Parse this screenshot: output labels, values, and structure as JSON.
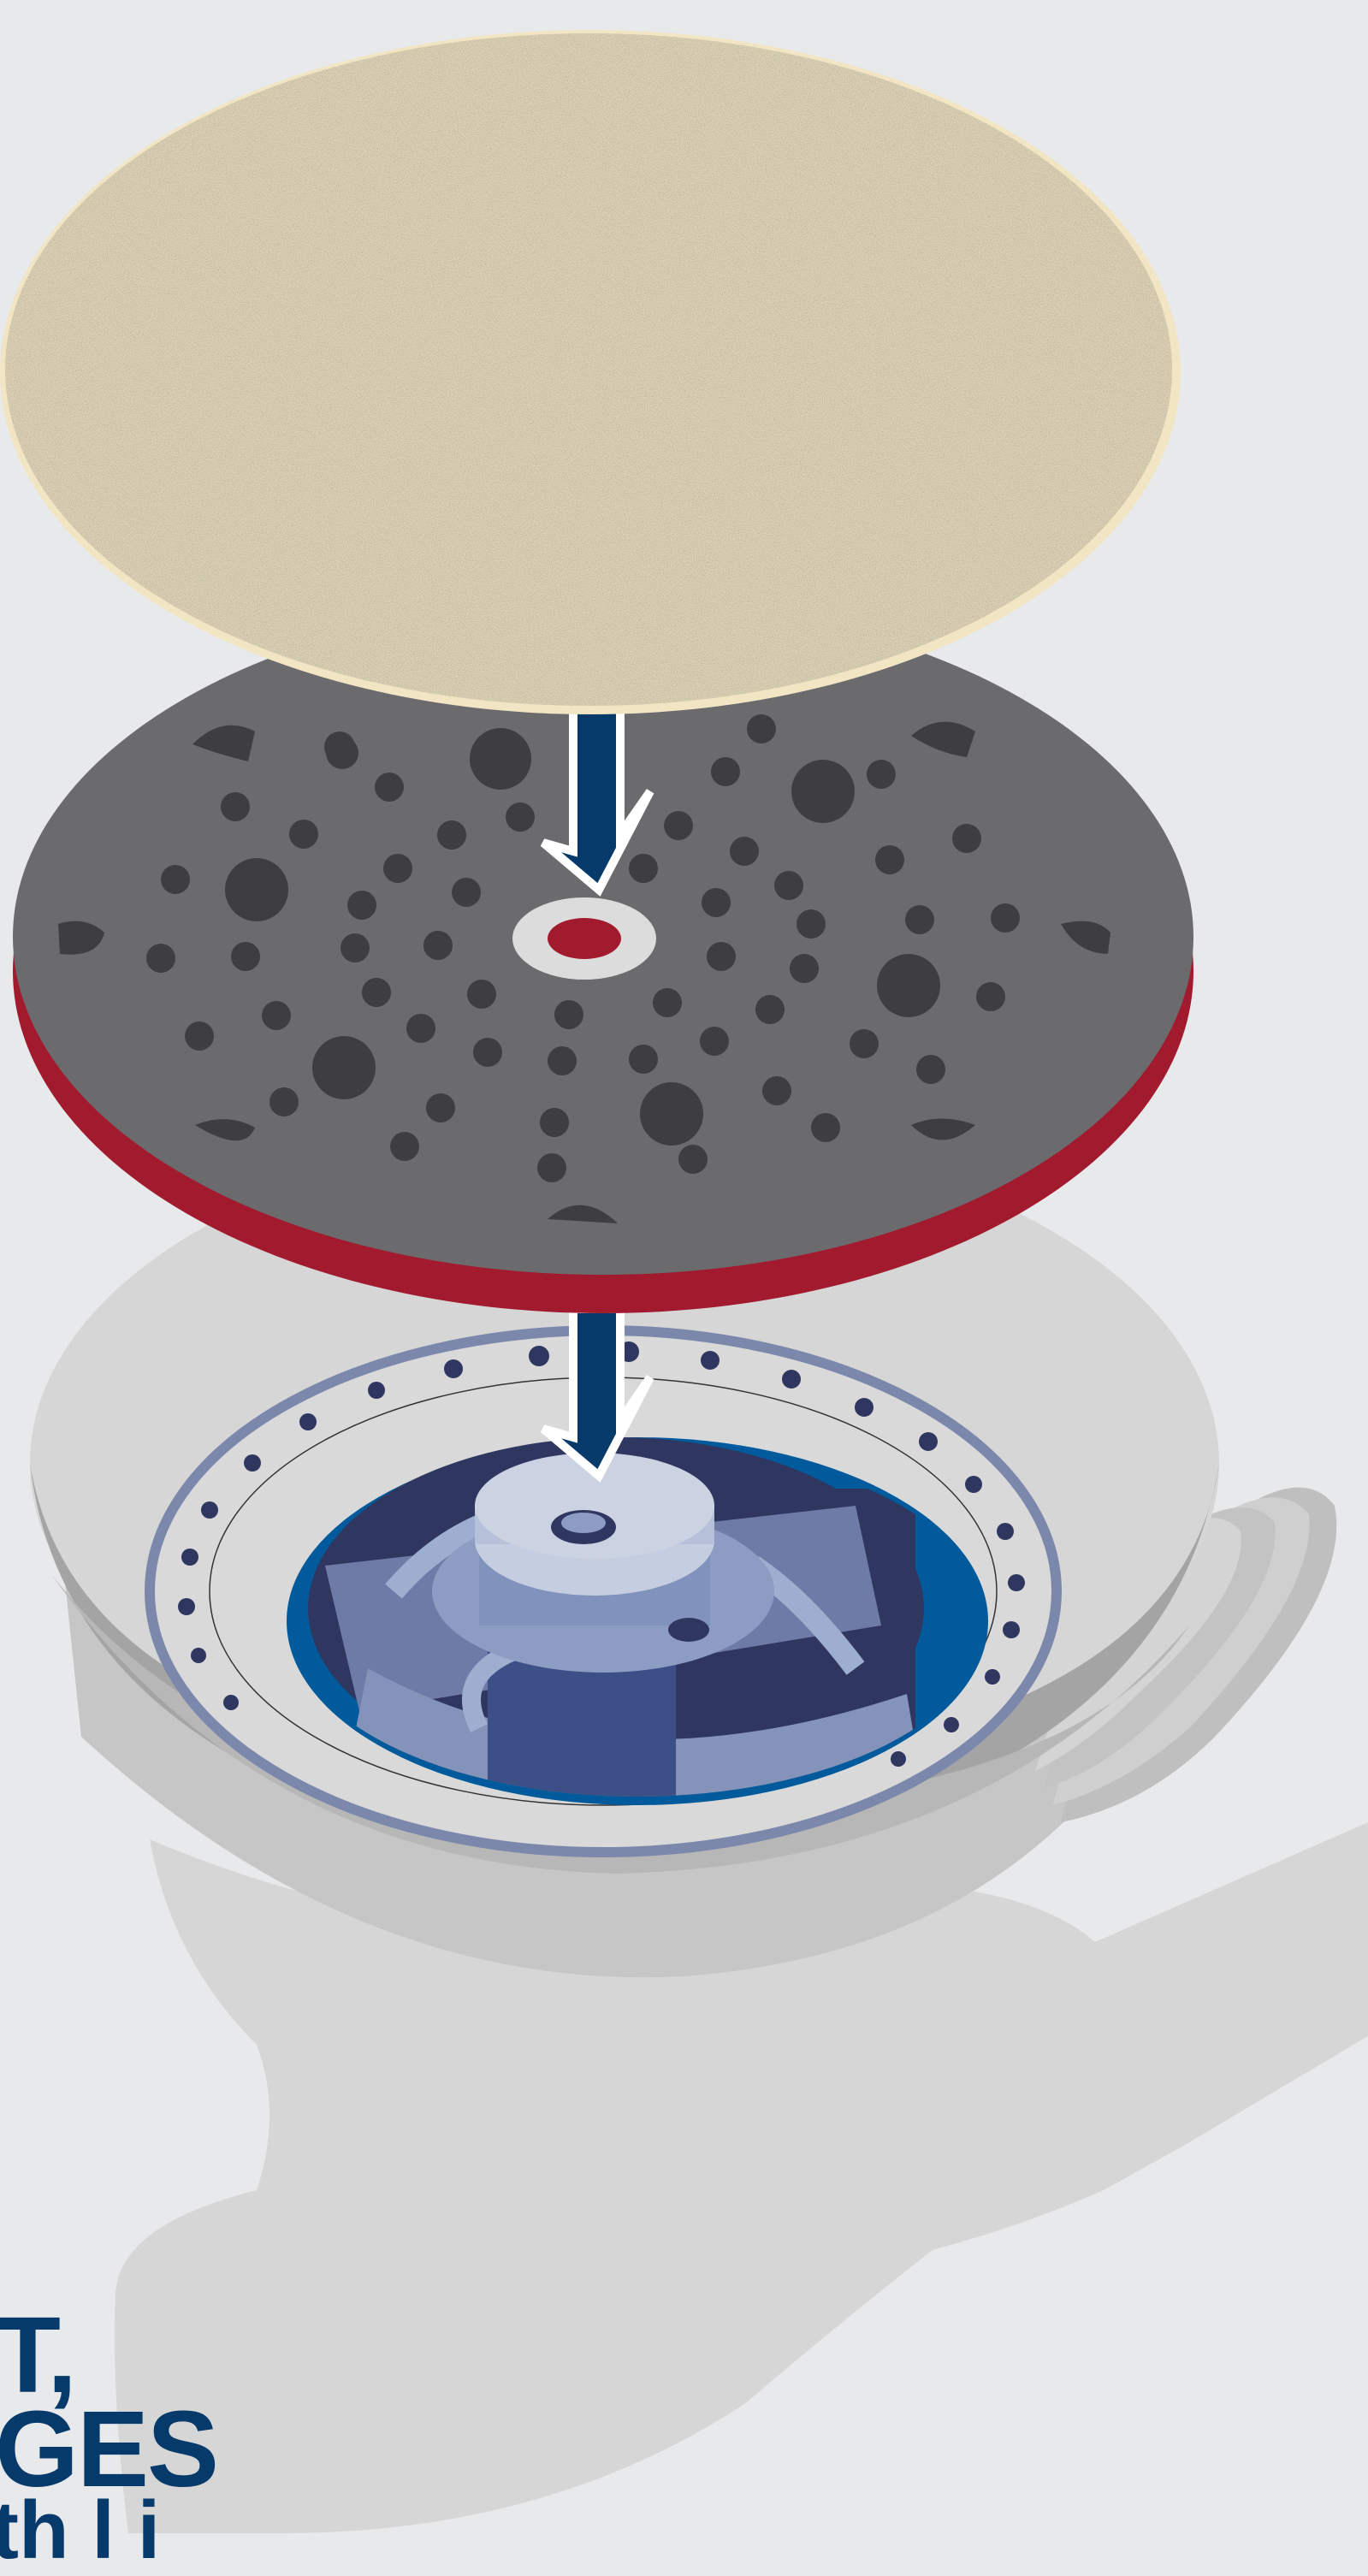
{
  "text": {
    "headline_line1": "T,",
    "headline_line2": "GES",
    "subline": "th    l    i"
  },
  "colors": {
    "background": "#e8e9eb",
    "navy": "#063a6b",
    "pad_gray": "#6b6b6e",
    "pad_red": "#a21a2e",
    "sandpaper": "#ddd2b3",
    "fan_blue": "#005a9b",
    "fan_light": "#8c9cc2",
    "fan_dark": "#2f3761",
    "body_gray": "#d6d6d6"
  },
  "icons": {
    "arrow_top": "arrow-down-icon",
    "arrow_bottom": "arrow-down-icon"
  }
}
